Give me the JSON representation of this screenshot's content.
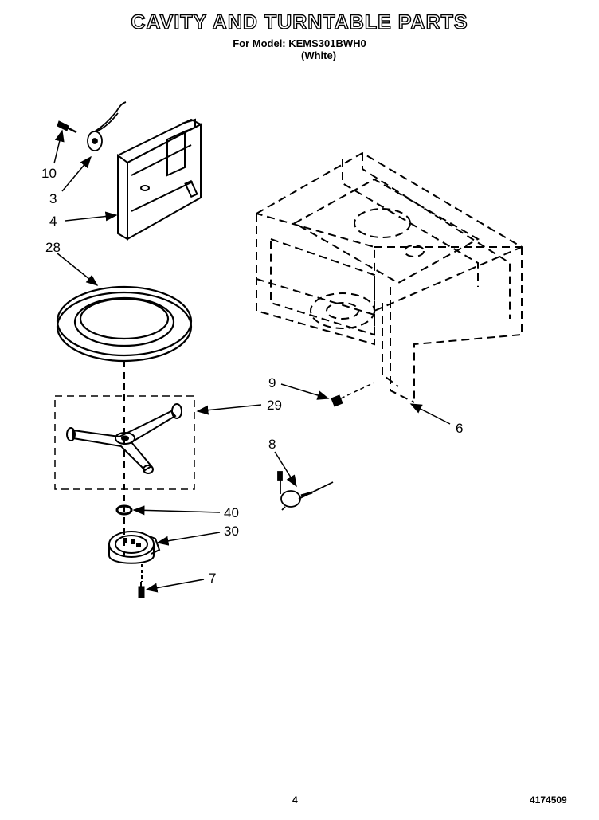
{
  "header": {
    "title": "CAVITY AND TURNTABLE PARTS",
    "model_line": "For Model: KEMS301BWH0",
    "color_line": "(White)"
  },
  "callouts": {
    "c10": "10",
    "c3": "3",
    "c4": "4",
    "c28": "28",
    "c29": "29",
    "c9": "9",
    "c6": "6",
    "c8": "8",
    "c40": "40",
    "c30": "30",
    "c7": "7"
  },
  "footer": {
    "page_number": "4",
    "doc_number": "4174509"
  }
}
